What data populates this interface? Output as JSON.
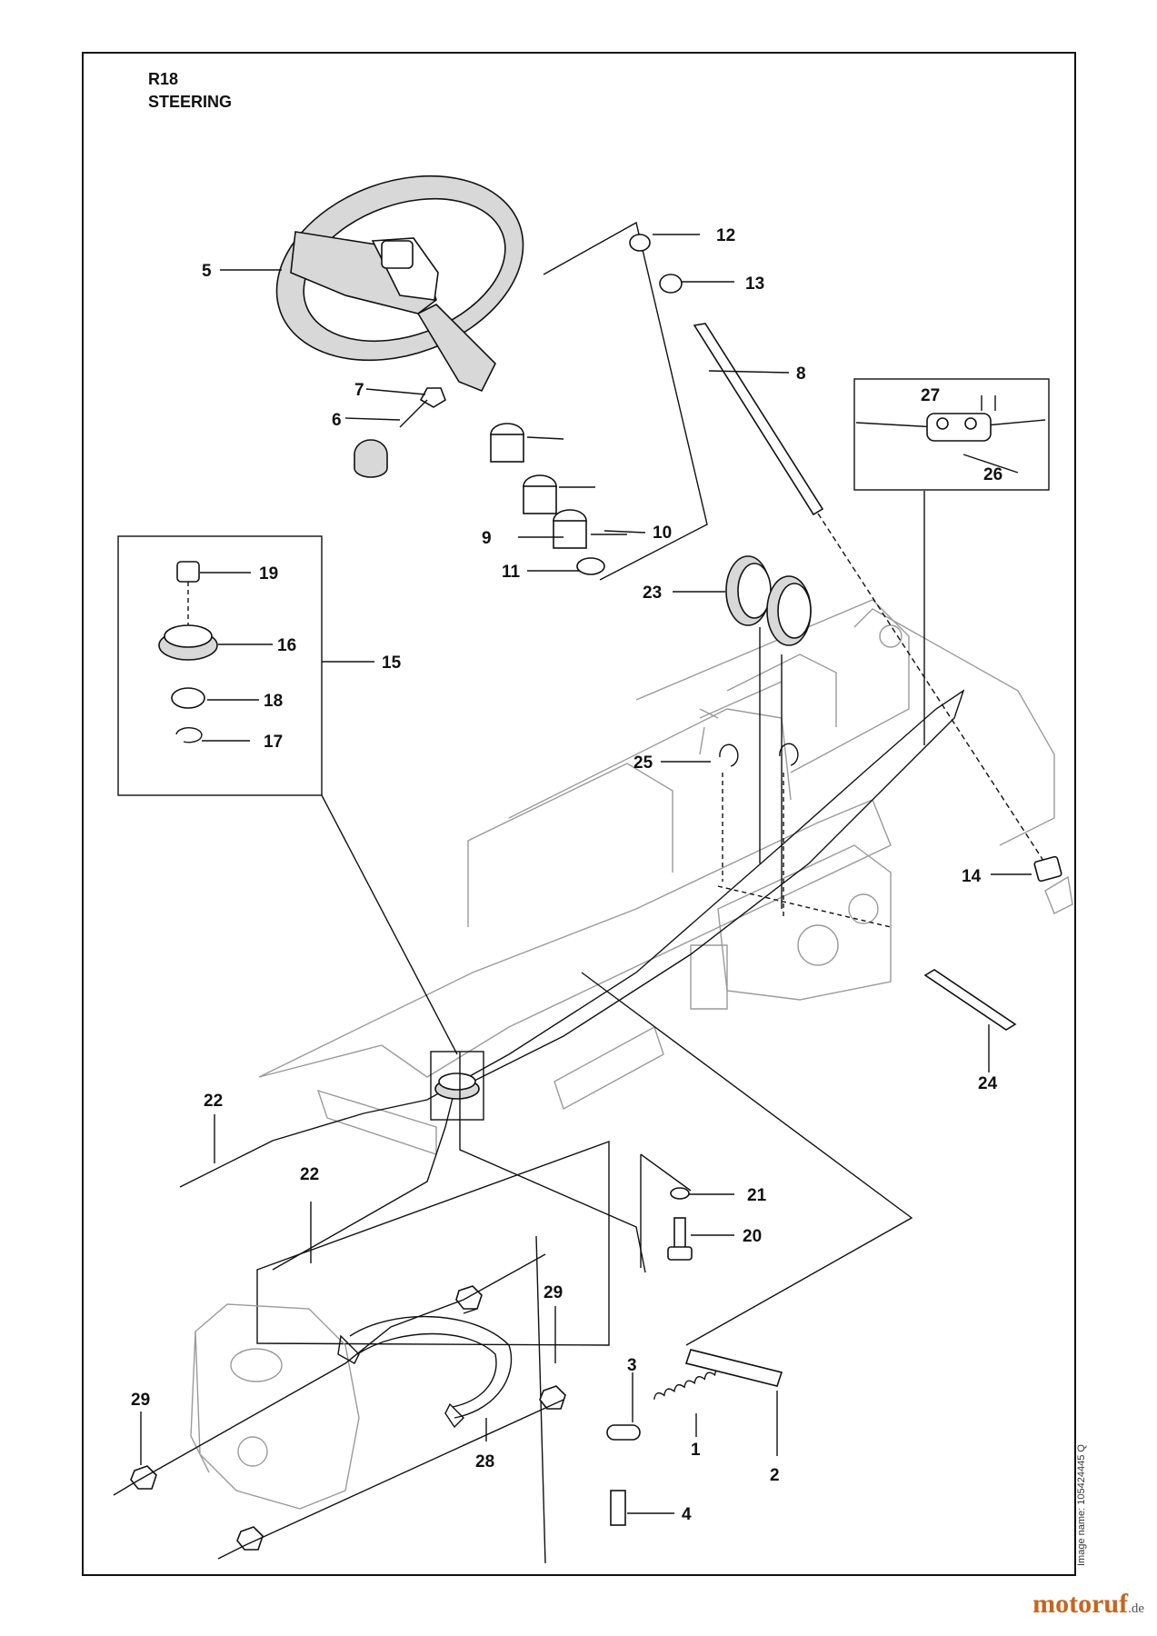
{
  "title": {
    "model": "R18",
    "section": "STEERING"
  },
  "image_name": "Image name: 105424445 Q",
  "watermark": {
    "name": "motoruf",
    "tld": ".de"
  },
  "callouts": [
    "1",
    "2",
    "3",
    "4",
    "5",
    "6",
    "7",
    "8",
    "9",
    "10",
    "11",
    "12",
    "13",
    "14",
    "15",
    "16",
    "17",
    "18",
    "19",
    "20",
    "21",
    "22",
    "22",
    "23",
    "24",
    "25",
    "26",
    "27",
    "28",
    "29",
    "29"
  ],
  "colors": {
    "ink": "#111111",
    "ghost": "#9a9a9a",
    "brand": "#c8651b"
  }
}
